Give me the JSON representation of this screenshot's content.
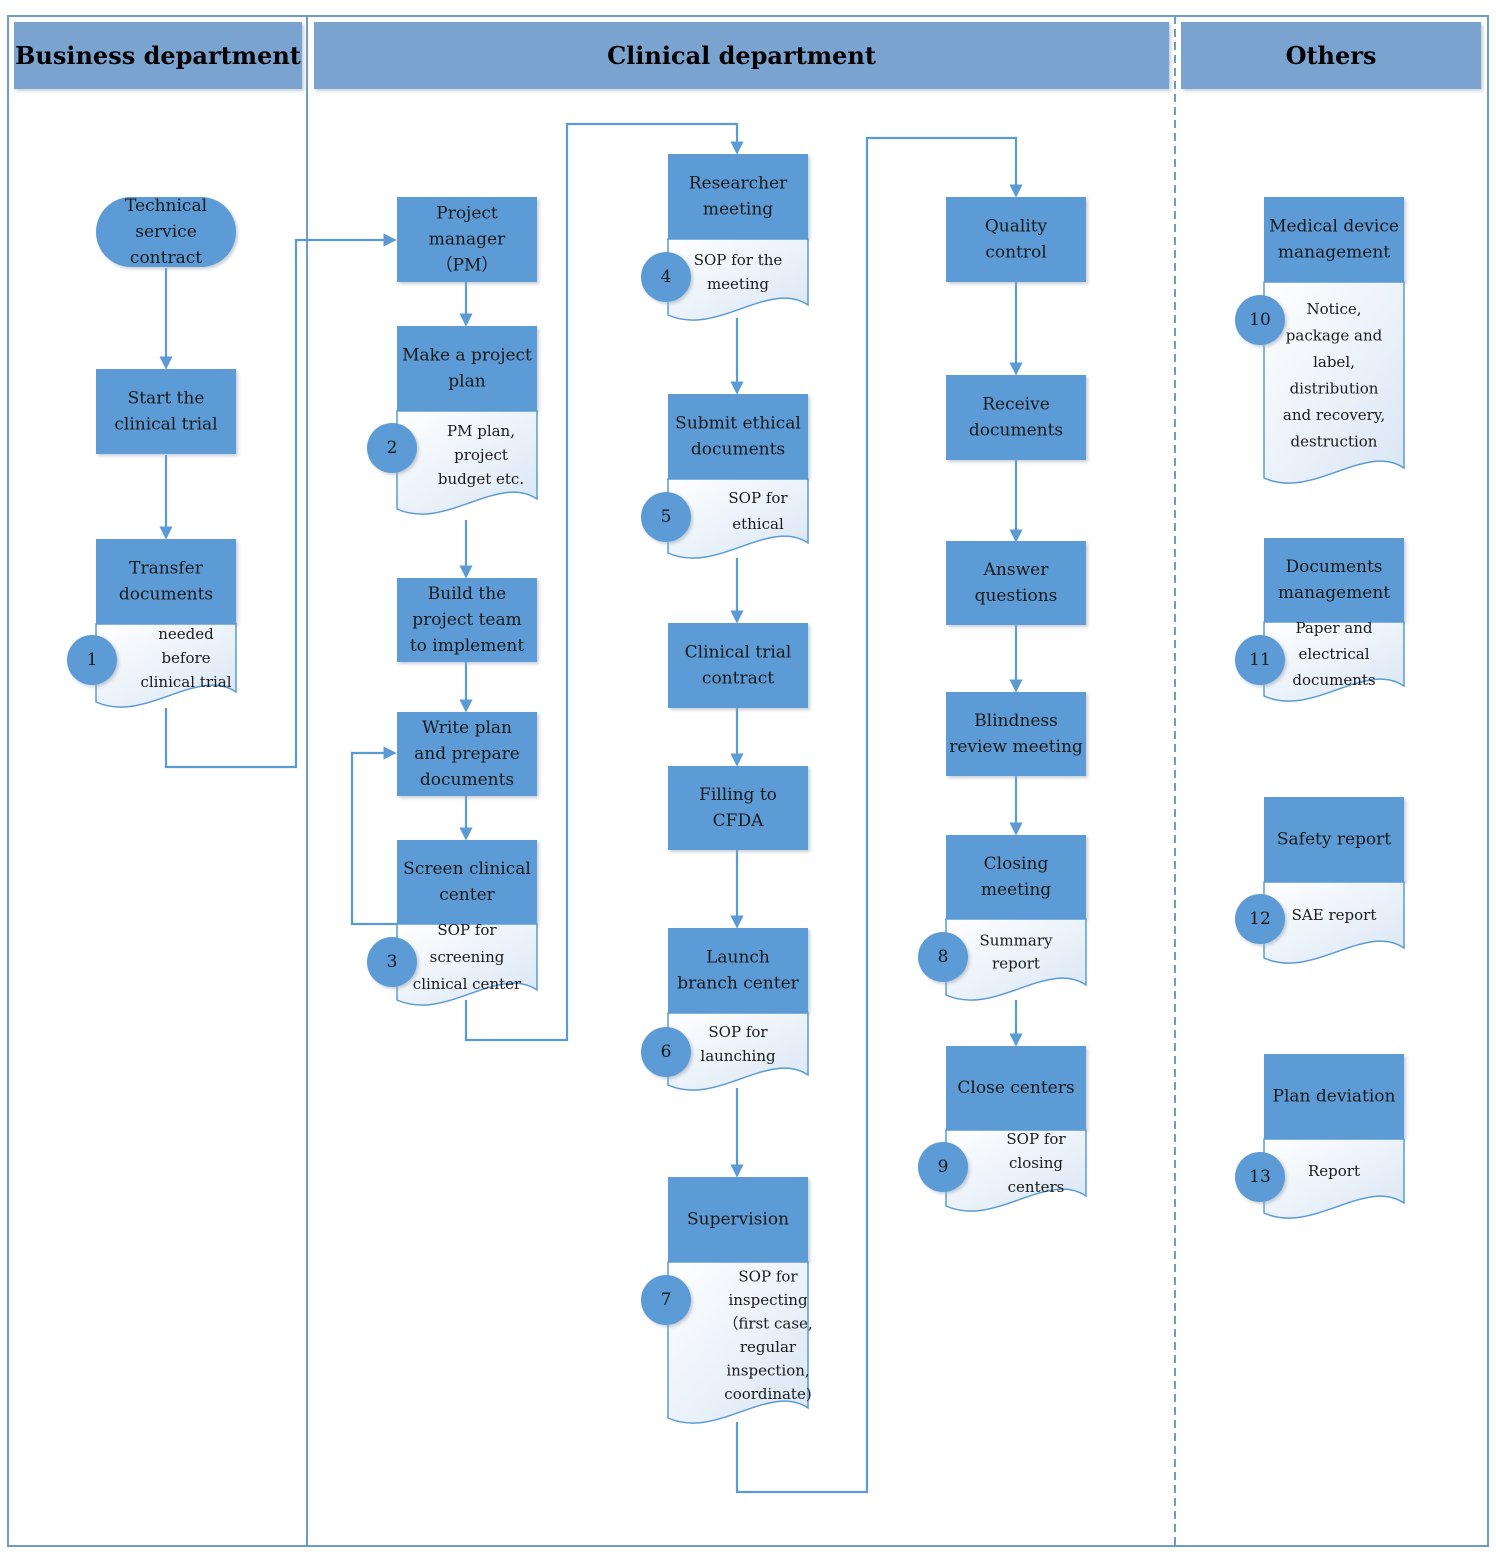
{
  "lanes": [
    {
      "id": "business",
      "title": "Business department"
    },
    {
      "id": "clinical",
      "title": "Clinical department"
    },
    {
      "id": "others",
      "title": "Others"
    }
  ],
  "steps": {
    "technical_contract": [
      "Technical",
      "service",
      "contract"
    ],
    "start_trial": [
      "Start the",
      "clinical trial"
    ],
    "transfer_docs": [
      "Transfer",
      "documents"
    ],
    "transfer_docs_note": [
      "needed",
      "before",
      "clinical trial"
    ],
    "project_manager": [
      "Project",
      "manager",
      "（PM）"
    ],
    "make_plan": [
      "Make a project",
      "plan"
    ],
    "make_plan_note": [
      "PM plan,",
      "project",
      "budget etc."
    ],
    "build_team": [
      "Build the",
      "project team",
      "to implement"
    ],
    "write_plan": [
      "Write plan",
      "and prepare",
      "documents"
    ],
    "screen_center": [
      "Screen clinical",
      "center"
    ],
    "screen_center_note": [
      "SOP for",
      "screening",
      "clinical center"
    ],
    "researcher_meeting": [
      "Researcher",
      "meeting"
    ],
    "researcher_meeting_note": [
      "SOP for the",
      "meeting"
    ],
    "submit_ethical": [
      "Submit ethical",
      "documents"
    ],
    "submit_ethical_note": [
      "SOP for",
      "ethical"
    ],
    "clinical_contract": [
      "Clinical trial",
      "contract"
    ],
    "filling_cfda": [
      "Filling to",
      "CFDA"
    ],
    "launch_branch": [
      "Launch",
      "branch center"
    ],
    "launch_branch_note": [
      "SOP for",
      "launching"
    ],
    "supervision": [
      "Supervision"
    ],
    "supervision_note": [
      "SOP for",
      "inspecting",
      "（first case,",
      "regular",
      "inspection,",
      "coordinate)"
    ],
    "quality_control": [
      "Quality",
      "control"
    ],
    "receive_docs": [
      "Receive",
      "documents"
    ],
    "answer_questions": [
      "Answer",
      "questions"
    ],
    "blindness_review": [
      "Blindness",
      "review meeting"
    ],
    "closing_meeting": [
      "Closing",
      "meeting"
    ],
    "closing_meeting_note": [
      "Summary",
      "report"
    ],
    "close_centers": [
      "Close centers"
    ],
    "close_centers_note": [
      "SOP for",
      "closing",
      "centers"
    ],
    "medical_device": [
      "Medical device",
      "management"
    ],
    "medical_device_note": [
      "Notice,",
      "package and",
      "label,",
      "distribution",
      "and recovery,",
      "destruction"
    ],
    "documents_mgmt": [
      "Documents",
      "management"
    ],
    "documents_mgmt_note": [
      "Paper and",
      "electrical",
      "documents"
    ],
    "safety_report": [
      "Safety report"
    ],
    "safety_report_note": [
      "SAE report"
    ],
    "plan_deviation": [
      "Plan deviation"
    ],
    "plan_deviation_note": [
      "Report"
    ]
  },
  "markers": [
    "1",
    "2",
    "3",
    "4",
    "5",
    "6",
    "7",
    "8",
    "9",
    "10",
    "11",
    "12",
    "13"
  ],
  "colors": {
    "header_fill": "#7aa3cf",
    "box_fill": "#5b9bd5",
    "line": "#5b9bd5",
    "lane_border": "#6e9cc8",
    "marker_fill": "#5b9bd5",
    "doc_gradient_start": "#ffffff",
    "doc_gradient_end": "#d9e6f4"
  }
}
